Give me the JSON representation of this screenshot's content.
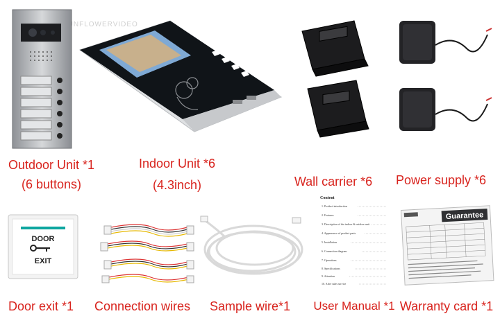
{
  "watermark": "SUNFLOWERVIDEO",
  "items": {
    "outdoor_unit": {
      "line1": "Outdoor Unit *1",
      "line2": "(6 buttons)"
    },
    "indoor_unit": {
      "line1": "Indoor Unit *6",
      "line2": "(4.3inch)"
    },
    "wall_carrier": {
      "line1": "Wall carrier *6"
    },
    "power_supply": {
      "line1": "Power supply *6"
    },
    "door_exit": {
      "line1": "Door exit *1",
      "door_text": "DOOR",
      "exit_text": "EXIT"
    },
    "connection_wires": {
      "line1": "Connection wires"
    },
    "sample_wire": {
      "line1": "Sample wire*1"
    },
    "user_manual": {
      "line1": "User Manual *1",
      "content_title": "Content",
      "toc": [
        "1. Product introduction",
        "2. Features",
        "3. Description of the indoor & outdoor unit",
        "4. Appearance of product parts",
        "5. Installation",
        "6. Connection diagram",
        "7. Operations",
        "8. Specifications",
        "9. Attention",
        "10. After sales service"
      ]
    },
    "warranty_card": {
      "line1": "Warranty card *1",
      "card_title": "Guarantee"
    }
  },
  "colors": {
    "label_red": "#d8231d",
    "panel_silver": "#b9bcbf",
    "screen_dark": "#101418",
    "guarantee_bar": "#2f3033"
  }
}
